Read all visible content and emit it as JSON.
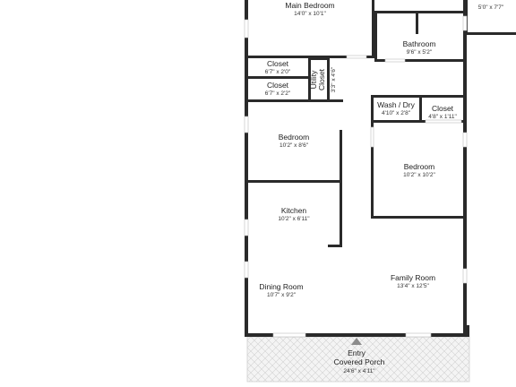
{
  "rooms": {
    "main_bedroom": {
      "name": "Main Bedroom",
      "dims": "14'0\" x 10'1\""
    },
    "top_right_room": {
      "name": "",
      "dims": "5'0\" x 7'7\""
    },
    "bathroom": {
      "name": "Bathroom",
      "dims": "9'6\" x 5'2\""
    },
    "closet_1": {
      "name": "Closet",
      "dims": "6'7\" x 2'0\""
    },
    "closet_2": {
      "name": "Closet",
      "dims": "6'7\" x 2'2\""
    },
    "utility_closet": {
      "name_line1": "Utility",
      "name_line2": "Closet",
      "dims": "3'3\" x 4'6\""
    },
    "wash_dry": {
      "name": "Wash / Dry",
      "dims": "4'10\" x 2'8\""
    },
    "closet_3": {
      "name": "Closet",
      "dims": "4'8\" x 1'11\""
    },
    "bedroom_left": {
      "name": "Bedroom",
      "dims": "10'2\" x 8'6\""
    },
    "bedroom_right": {
      "name": "Bedroom",
      "dims": "10'2\" x 10'2\""
    },
    "kitchen": {
      "name": "Kitchen",
      "dims": "10'2\" x 6'11\""
    },
    "dining_room": {
      "name": "Dining Room",
      "dims": "10'7\" x 9'2\""
    },
    "family_room": {
      "name": "Family Room",
      "dims": "13'4\" x 12'5\""
    },
    "entry": {
      "name": "Entry"
    },
    "covered_porch": {
      "name": "Covered Porch",
      "dims": "24'6\" x 4'11\""
    }
  },
  "colors": {
    "wall": "#2a2a2a",
    "floor": "#ffffff",
    "porch_tile": "#d9d9d9",
    "entry_marker": "#8c8c8c"
  },
  "icons": {
    "entry_marker": "triangle-up-icon"
  }
}
